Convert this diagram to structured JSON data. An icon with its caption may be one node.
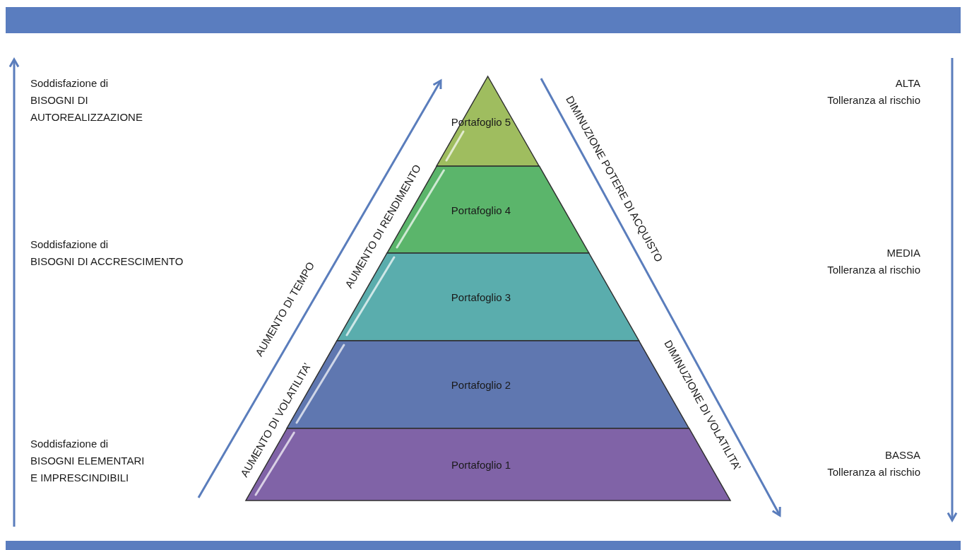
{
  "diagram": {
    "nodes": [
      {
        "text": [
          "Portafoglio 5"
        ]
      },
      {
        "text": [
          "Portafoglio 4"
        ]
      },
      {
        "text": [
          "Portafoglio 3"
        ]
      },
      {
        "text": [
          "Portafoglio 2"
        ]
      },
      {
        "text": [
          "Portafoglio 1"
        ]
      }
    ],
    "labels": [
      "Soddisfazione di BISOGNI DI AUTOREALIZZAZIONE",
      "ALTA",
      "Tolleranza al rischio",
      "DIMINUZIONE POTERE DI ACQUISTO",
      "AUMENTO DI RENDIMENTO",
      "Soddisfazione di BISOGNI DI ACCRESCIMENTO",
      "MEDIA",
      "Tolleranza al rischio",
      "AUMENTO DI TEMPO",
      "DIMINUZIONE DI VOLATILITA’",
      "AUMENTO DI VOLATILITA’",
      "Soddisfazione di BISOGNI ELEMENTARI E IMPRESCINDIBILI",
      "BASSA",
      "Tolleranza al rischio"
    ]
  }
}
